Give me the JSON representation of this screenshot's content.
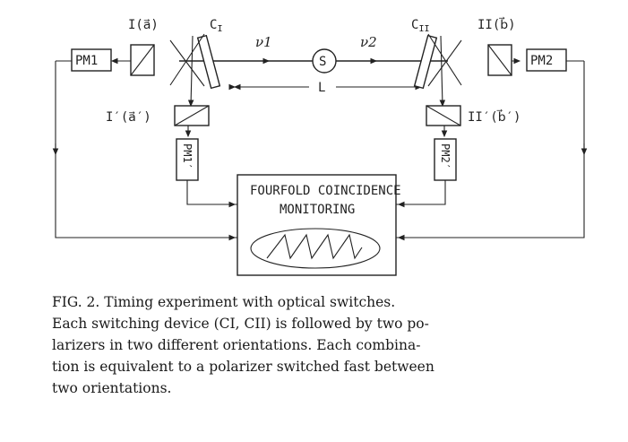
{
  "diagram": {
    "labels": {
      "pol_I": "I(a⃗)",
      "pol_II": "II(b⃗)",
      "pol_I_prime": "I′(a⃗′)",
      "pol_II_prime": "II′(b⃗′)",
      "switch_I": "CI",
      "switch_II": "CII",
      "nu1": "ν1",
      "nu2": "ν2",
      "source": "S",
      "distance": "L",
      "pm1": "PM1",
      "pm2": "PM2",
      "pm1_prime": "PM1′",
      "pm2_prime": "PM2′",
      "monitor_line1": "FOURFOLD COINCIDENCE",
      "monitor_line2": "MONITORING"
    }
  },
  "caption": {
    "line1": "FIG. 2.  Timing experiment with optical switches.",
    "line2": "Each switching device (CI, CII) is followed by two po-",
    "line3": "larizers in two different orientations.  Each combina-",
    "line4": "tion is equivalent to a polarizer switched fast between",
    "line5": "two orientations."
  }
}
